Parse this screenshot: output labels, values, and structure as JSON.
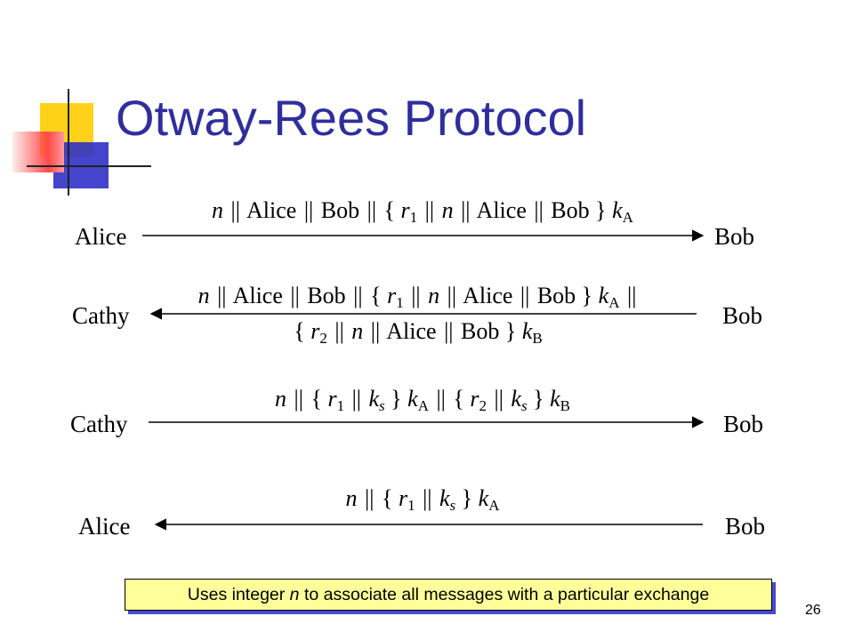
{
  "title": "Otway-Rees Protocol",
  "rows": [
    {
      "left_party": "Alice",
      "right_party": "Bob",
      "direction": "right",
      "message_line1": "n || Alice || Bob || { r1 || n || Alice || Bob } kA",
      "message_line2": ""
    },
    {
      "left_party": "Cathy",
      "right_party": "Bob",
      "direction": "left",
      "message_line1": "n || Alice || Bob || { r1 || n || Alice || Bob } kA ||",
      "message_line2": "{ r2 || n || Alice || Bob } kB"
    },
    {
      "left_party": "Cathy",
      "right_party": "Bob",
      "direction": "right",
      "message_line1": "n || { r1 || ks } kA || { r2 || ks } kB",
      "message_line2": ""
    },
    {
      "left_party": "Alice",
      "right_party": "Bob",
      "direction": "left",
      "message_line1": "n || { r1 || ks } kA",
      "message_line2": ""
    }
  ],
  "note": {
    "text_before": "Uses integer ",
    "variable": "n",
    "text_after": " to associate all messages with a particular exchange"
  },
  "page_number": "26",
  "colors": {
    "title": "#2e2e9e",
    "note_bg": "#ffff99",
    "note_shadow": "#4a4ad0",
    "logo_yellow": "#ffd21a",
    "logo_red": "#ff4a4a",
    "logo_blue": "#3030c8"
  }
}
